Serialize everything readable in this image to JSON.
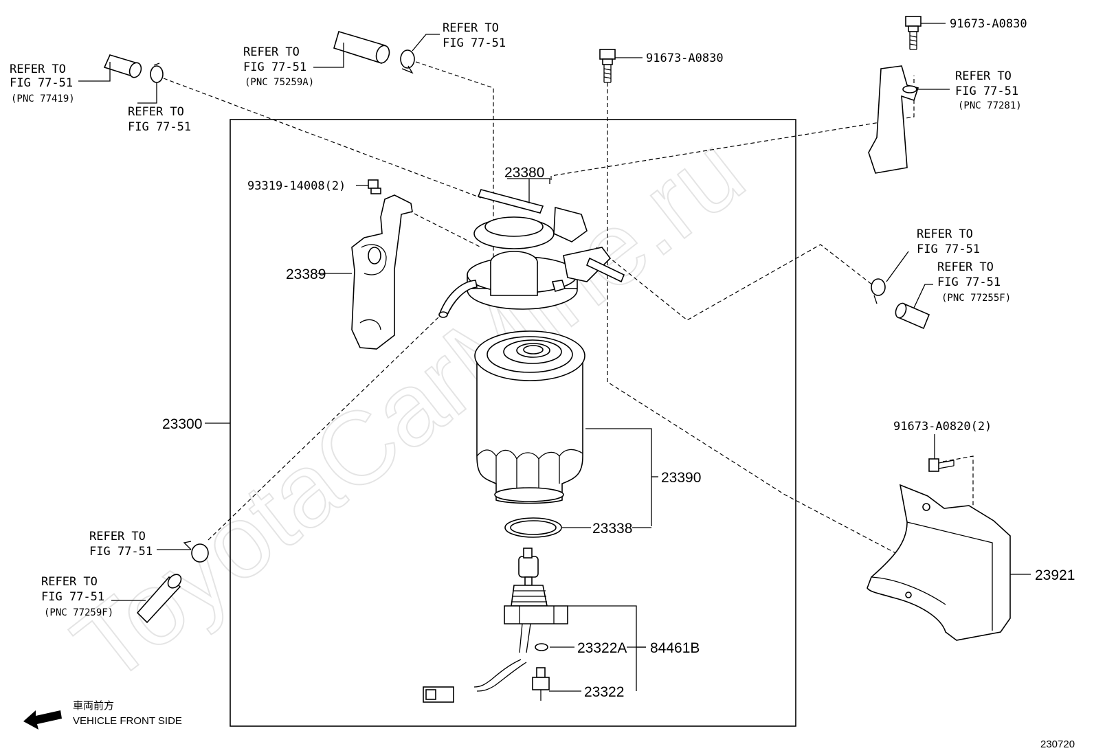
{
  "callouts": {
    "refer_clamp_top_left": [
      "REFER TO",
      "FIG 77-51"
    ],
    "refer_hose_top_left": [
      "REFER TO",
      "FIG 77-51",
      "(PNC 77419)"
    ],
    "refer_hose_top_mid": [
      "REFER TO",
      "FIG 77-51",
      "(PNC 75259A)"
    ],
    "refer_clamp_top_mid": [
      "REFER TO",
      "FIG 77-51"
    ],
    "refer_bracket_top_right": [
      "REFER TO",
      "FIG 77-51",
      "(PNC 77281)"
    ],
    "refer_clamp_right": [
      "REFER TO",
      "FIG 77-51"
    ],
    "refer_hose_right": [
      "REFER TO",
      "FIG 77-51",
      "(PNC 77255F)"
    ],
    "refer_clamp_bottom_left": [
      "REFER TO",
      "FIG 77-51"
    ],
    "refer_hose_bottom_left": [
      "REFER TO",
      "FIG 77-51",
      "(PNC 77259F)"
    ]
  },
  "parts": {
    "bolt_top_right": "91673-A0830",
    "bolt_center": "91673-A0830",
    "bolt_cover": "91673-A0820(2)",
    "screw_bracket": "93319-14008(2)",
    "filter_head": "23380",
    "bracket": "23389",
    "assembly": "23300",
    "filter_element": "23390",
    "gasket": "23338",
    "oring": "23322A",
    "sensor_kit": "84461B",
    "drain_plug": "23322",
    "cover": "23921"
  },
  "legend": {
    "japanese": "車両前方",
    "english": "VEHICLE FRONT SIDE"
  },
  "figure_code": "230720",
  "watermark": "ToyotaCarMine.ru"
}
